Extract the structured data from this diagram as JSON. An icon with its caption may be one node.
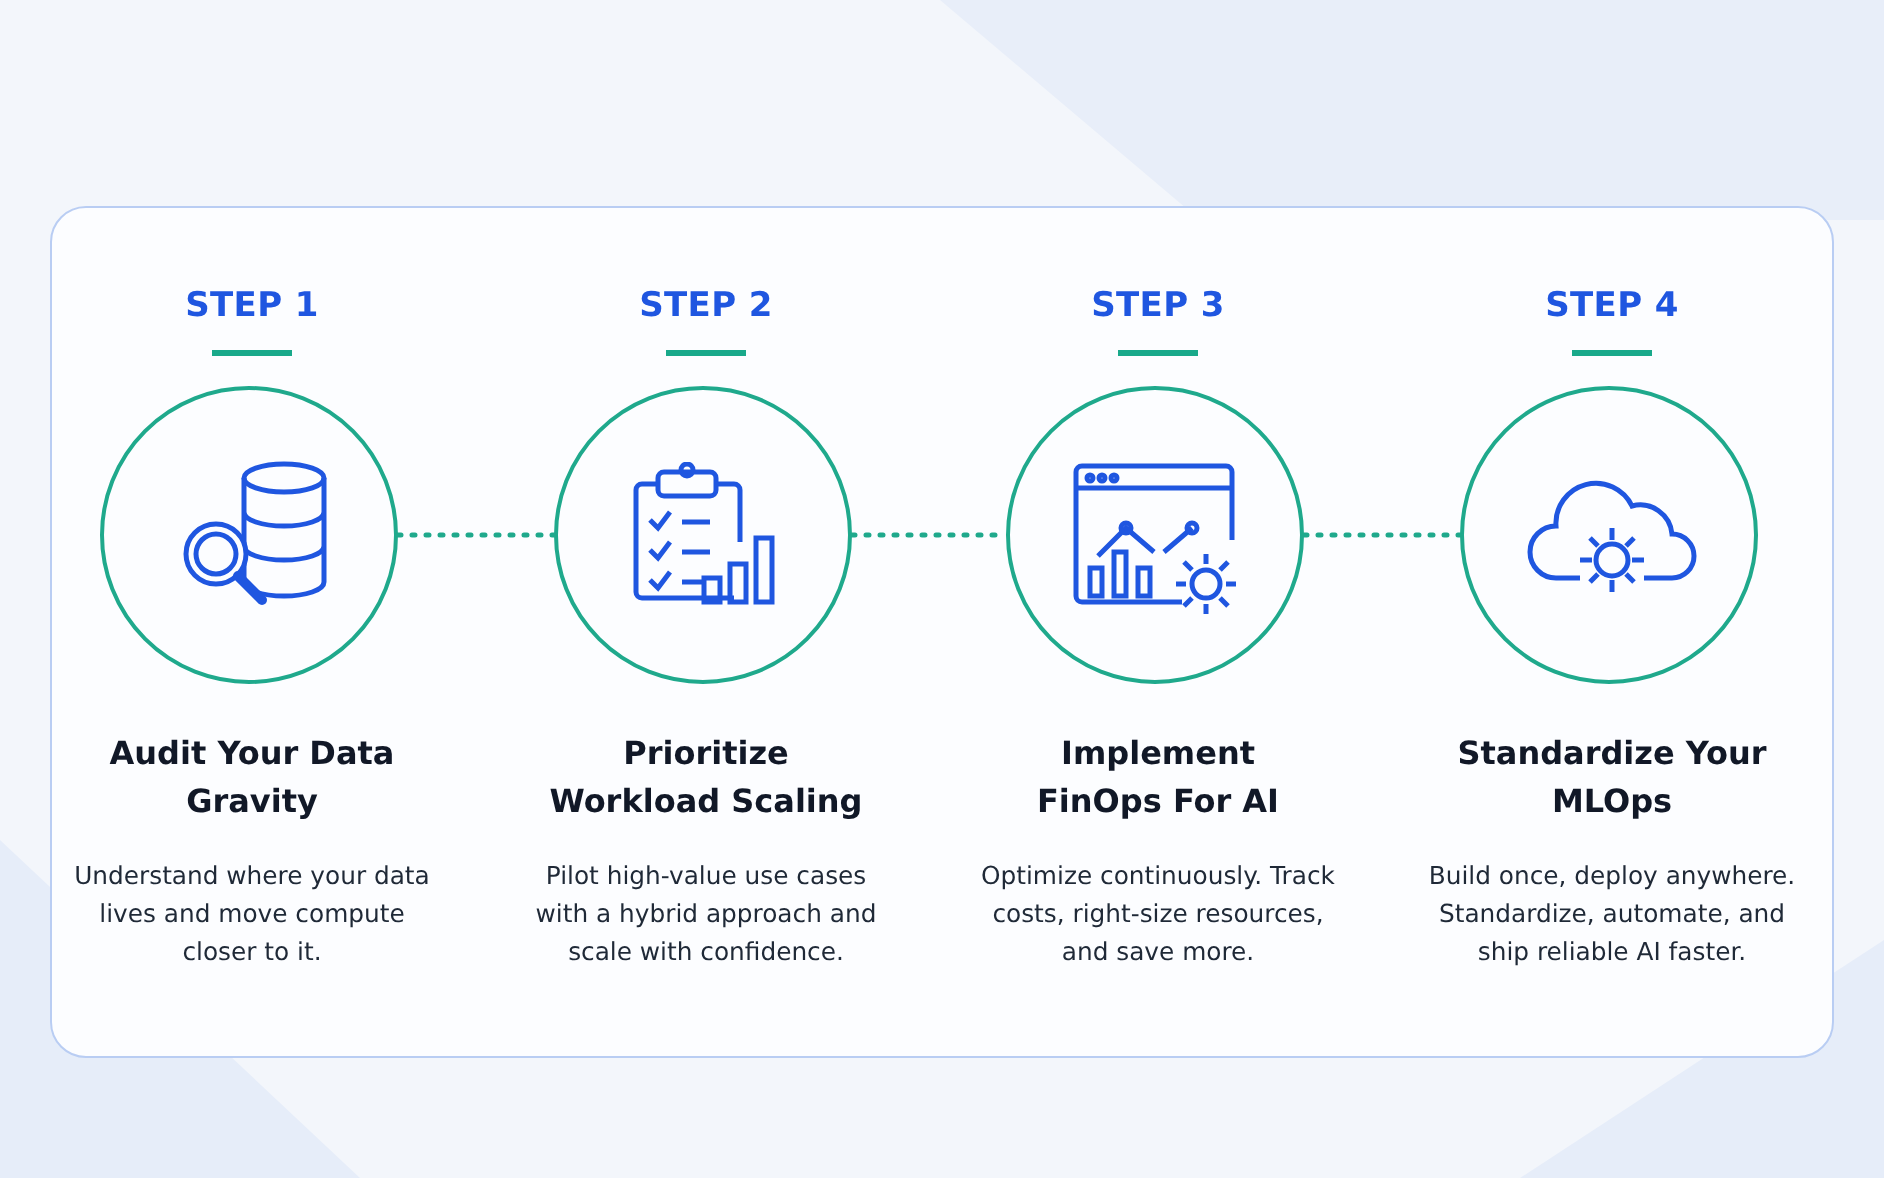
{
  "diagram": {
    "nodes": [
      {
        "text": [],
        "shape": "circle",
        "beside": [
          "STEP 1",
          "Audit Your Data Gravity",
          "Understand where your data lives and move compute closer to it."
        ]
      },
      {
        "text": [],
        "shape": "circle",
        "beside": [
          "STEP 2",
          "Prioritize Workload Scaling",
          "Pilot high-value use cases with a hybrid approach and scale with confidence."
        ]
      },
      {
        "text": [],
        "shape": "circle",
        "beside": [
          "STEP 3",
          "Implement FinOps For AI",
          "Optimize continuously. Track costs, right-size resources, and save more."
        ]
      },
      {
        "text": [],
        "shape": "circle",
        "beside": [
          "STEP 4",
          "Standardize Your MLOps",
          "Build once, deploy anywhere. Standardize, automate, and ship reliable AI faster."
        ]
      }
    ],
    "edges": [
      {
        "from": 0,
        "to": 1,
        "arrow": "none",
        "style": "dashed"
      },
      {
        "from": 1,
        "to": 2,
        "arrow": "none",
        "style": "dashed"
      },
      {
        "from": 2,
        "to": 3,
        "arrow": "none",
        "style": "dashed"
      }
    ]
  }
}
